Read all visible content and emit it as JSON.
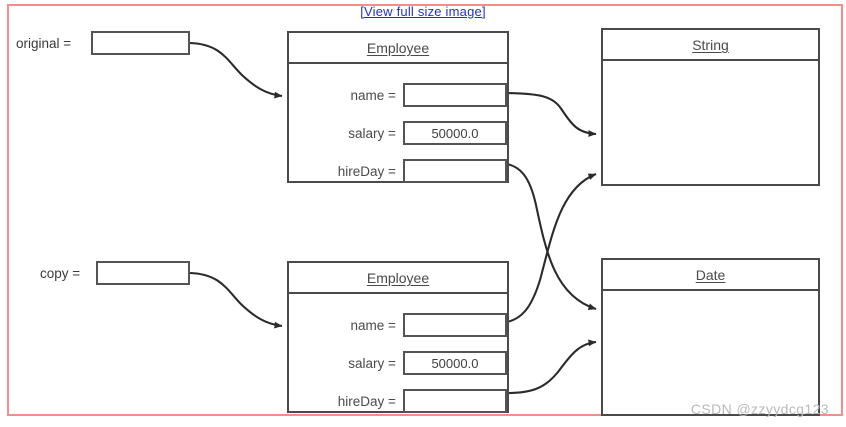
{
  "header": {
    "link_label": "[View full size image]"
  },
  "colors": {
    "frame": "#f98b8b",
    "link": "#2033c8",
    "box_stroke": "#4a4a4a",
    "cell_stroke": "#545454",
    "text": "#4a4a4a",
    "watermark": "#b9b9b9",
    "background": "#ffffff"
  },
  "variables": [
    {
      "label": "original =",
      "value": ""
    },
    {
      "label": "copy =",
      "value": ""
    }
  ],
  "objects": [
    {
      "title": "Employee",
      "fields": [
        {
          "label": "name =",
          "value": "",
          "is_reference": true
        },
        {
          "label": "salary =",
          "value": "50000.0",
          "is_reference": false
        },
        {
          "label": "hireDay =",
          "value": "",
          "is_reference": true
        }
      ]
    },
    {
      "title": "Employee",
      "fields": [
        {
          "label": "name =",
          "value": "",
          "is_reference": true
        },
        {
          "label": "salary =",
          "value": "50000.0",
          "is_reference": false
        },
        {
          "label": "hireDay =",
          "value": "",
          "is_reference": true
        }
      ]
    },
    {
      "title": "String",
      "fields": []
    },
    {
      "title": "Date",
      "fields": []
    }
  ],
  "watermark": {
    "text": "CSDN @zzyydcg123"
  }
}
